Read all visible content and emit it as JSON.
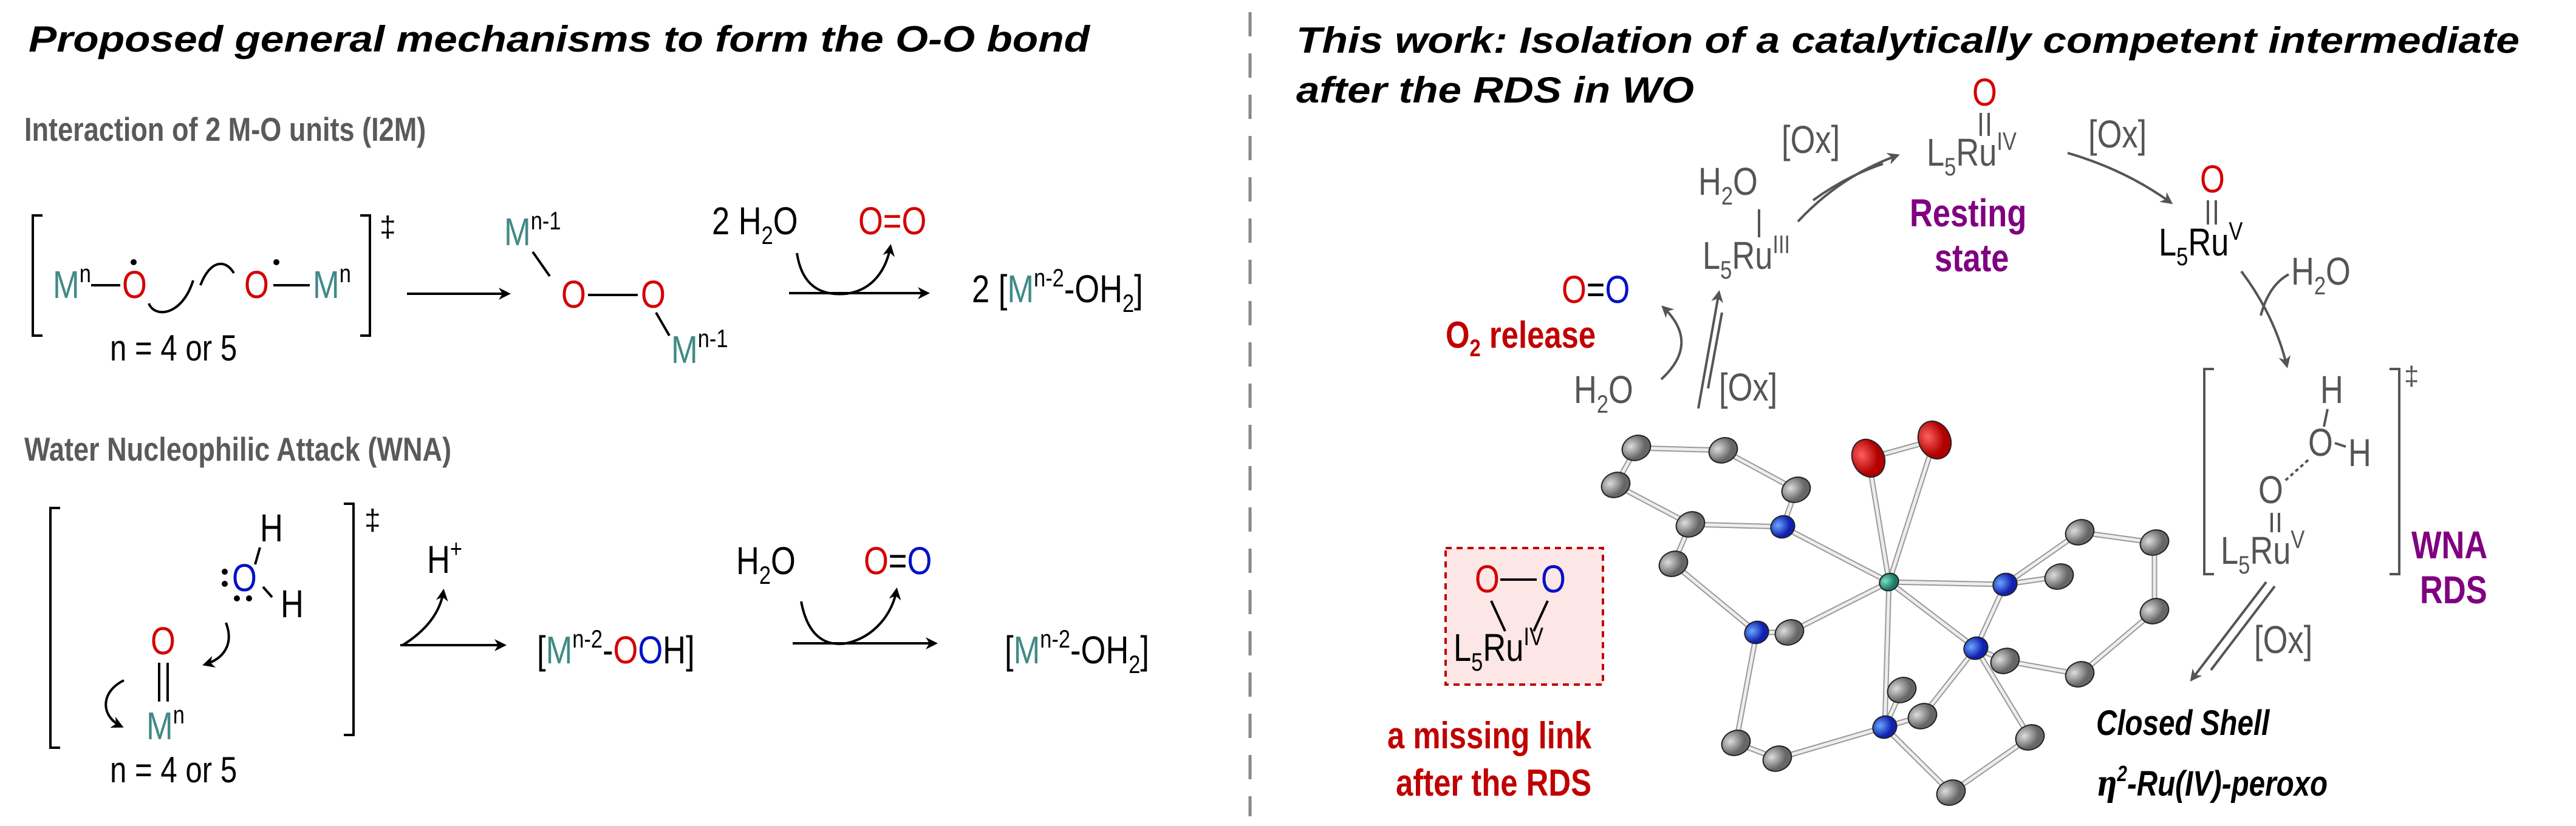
{
  "colors": {
    "metal": "#3f8a87",
    "oxygen_red": "#d40000",
    "oxygen_blue": "#0010c8",
    "highlight_purple": "#800080",
    "label_red": "#c00000"
  },
  "left": {
    "title": "Proposed general mechanisms to form the O-O bond",
    "i2m": {
      "heading": "Interaction of 2 M-O units (I2M)",
      "M": "M",
      "n": "n",
      "O": "O",
      "dagger": "‡",
      "condition": "n = 4 or 5",
      "peroxo_charge": "n-1",
      "water": "2 H",
      "sub2": "2",
      "water_o": "O",
      "o2": "O=O",
      "product_prefix": "2 [",
      "product_charge": "n-2",
      "product_oh": "-OH",
      "product_close": "]"
    },
    "wna": {
      "heading": "Water Nucleophilic Attack (WNA)",
      "H": "H",
      "O": "O",
      "M": "M",
      "n": "n",
      "dagger": "‡",
      "condition": "n = 4 or 5",
      "proton": "H",
      "plus": "+",
      "hydroperoxo_open": "[",
      "hydroperoxo_charge": "n-2",
      "dash": "-",
      "hydroperoxo_close": "H]",
      "water_h": "H",
      "sub2": "2",
      "water_o": "O",
      "o2_left": "O",
      "o2_eq": "=",
      "o2_right": "O",
      "product_open": "[",
      "product_charge": "n-2",
      "product_oh": "-OH",
      "product_close": "]"
    }
  },
  "right": {
    "title_line1": "This work: Isolation of a catalytically competent intermediate",
    "title_line2": "after the RDS in WO",
    "ox": "[Ox]",
    "L": "L",
    "sub5": "5",
    "Ru": "Ru",
    "O": "O",
    "H": "H",
    "H2O_h": "H",
    "sub2": "2",
    "ox_III": "III",
    "ox_IV": "IV",
    "ox_V": "V",
    "resting_line1": "Resting",
    "resting_line2": "state",
    "o2_left": "O",
    "o2_eq": "=",
    "o2_right": "O",
    "o2_release_o": "O",
    "o2_release_rest": " release",
    "dagger": "‡",
    "wna_line1": "WNA",
    "wna_line2": "RDS",
    "product_line1": "Closed Shell",
    "product_eta": "η",
    "product_eta_sup": "2",
    "product_rest": "-Ru(IV)-peroxo",
    "missing_line1": "a missing link",
    "missing_line2": "after the RDS"
  }
}
